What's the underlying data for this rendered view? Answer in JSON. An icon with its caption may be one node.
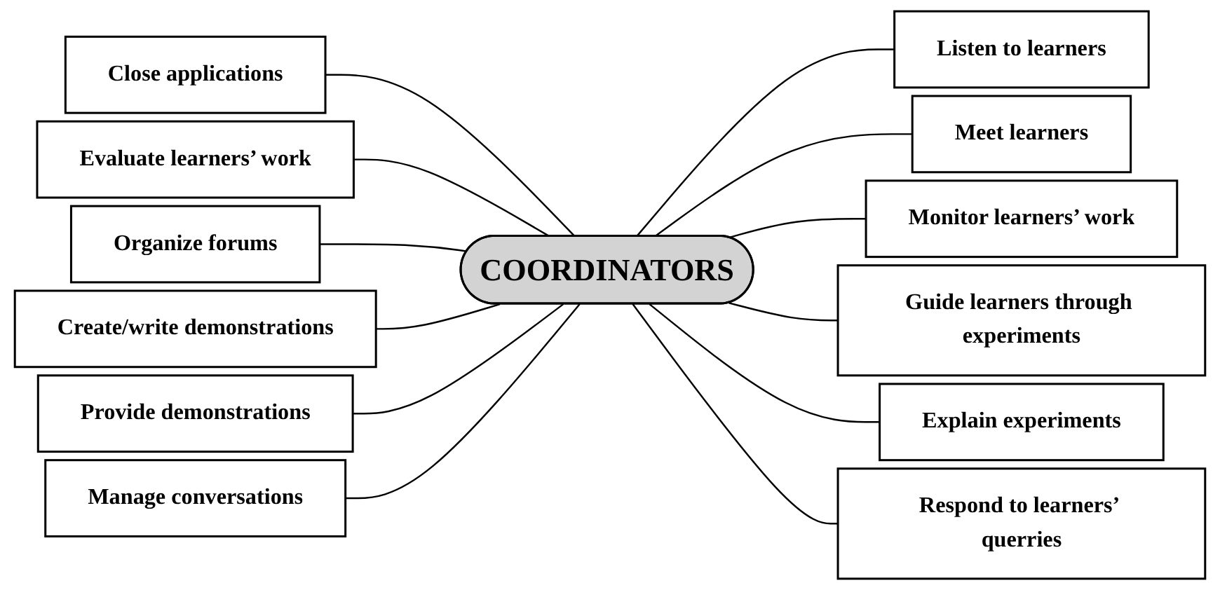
{
  "diagram": {
    "nodes": [
      {
        "text": [
          "Close applications"
        ]
      },
      {
        "text": [
          "Listen to learners"
        ]
      },
      {
        "text": [
          "Evaluate learners’ work"
        ]
      },
      {
        "text": [
          "Meet learners"
        ]
      },
      {
        "text": [
          "Organize forums"
        ]
      },
      {
        "text": [
          "COORDINATORS"
        ]
      },
      {
        "text": [
          "Monitor learners’ work"
        ]
      },
      {
        "text": [
          "Guide learners through experiments"
        ]
      },
      {
        "text": [
          "Create/write demonstrations"
        ]
      },
      {
        "text": [
          "Provide demonstrations"
        ]
      },
      {
        "text": [
          "Explain experiments"
        ]
      },
      {
        "text": [
          "Manage conversations"
        ]
      },
      {
        "text": [
          "Respond to learners’ querries"
        ]
      }
    ],
    "edges": [
      {
        "from": 0,
        "to": 5,
        "arrow": "none"
      },
      {
        "from": 5,
        "to": 1,
        "arrow": "none"
      },
      {
        "from": 2,
        "to": 5,
        "arrow": "none"
      },
      {
        "from": 5,
        "to": 3,
        "arrow": "none"
      },
      {
        "from": 4,
        "to": 5,
        "arrow": "none"
      },
      {
        "from": 5,
        "to": 6,
        "arrow": "none"
      },
      {
        "from": 5,
        "to": 7,
        "arrow": "none"
      },
      {
        "from": 8,
        "to": 5,
        "arrow": "none"
      },
      {
        "from": 9,
        "to": 5,
        "arrow": "none"
      },
      {
        "from": 5,
        "to": 10,
        "arrow": "none"
      },
      {
        "from": 11,
        "to": 5,
        "arrow": "none"
      },
      {
        "from": 5,
        "to": 12,
        "arrow": "none"
      }
    ]
  }
}
